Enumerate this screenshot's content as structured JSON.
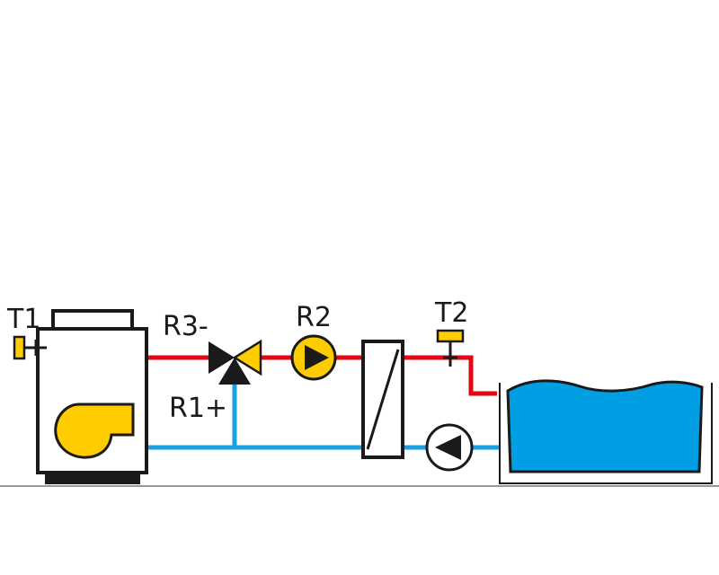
{
  "labels": {
    "t1": "T1",
    "t2": "T2",
    "r3": "R3-",
    "r1": "R1+",
    "r2": "R2"
  },
  "colors": {
    "hot_pipe": "#e30613",
    "cold_pipe": "#1ba1e2",
    "component_yellow": "#ffcc00",
    "water": "#009fe3",
    "outline": "#1a1a1a",
    "ground_line": "#999999"
  },
  "icons": {
    "boiler": "boiler-icon",
    "burner": "burner-icon",
    "mixing_valve": "three-way-valve-icon",
    "pump": "circulation-pump-icon",
    "heat_exchanger": "heat-exchanger-icon",
    "sensor": "temperature-sensor-icon",
    "pool": "pool-basin-icon"
  }
}
